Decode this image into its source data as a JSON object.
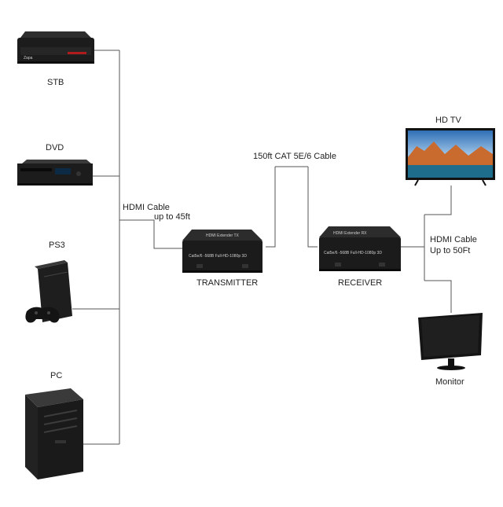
{
  "sources": [
    {
      "label": "STB",
      "brand": "Zapa"
    },
    {
      "label": "DVD"
    },
    {
      "label": "PS3"
    },
    {
      "label": "PC"
    }
  ],
  "cables": {
    "hdmi_in": [
      "HDMI Cable",
      "up to 45ft"
    ],
    "cat": "150ft CAT 5E/6 Cable",
    "hdmi_out": [
      "HDMI Cable",
      "Up to 50Ft"
    ]
  },
  "transmitter": {
    "label": "TRANSMITTER",
    "top_text": "HDMI Extender TX",
    "face_text": "Cat5e/6 -568B  Full-HD-1080p 3D"
  },
  "receiver": {
    "label": "RECEIVER",
    "top_text": "HDMI Extender RX",
    "face_text": "Cat5e/6 -568B  Full-HD-1080p 3D"
  },
  "displays": [
    {
      "label": "HD TV"
    },
    {
      "label": "Monitor"
    }
  ],
  "colors": {
    "line": "#555555",
    "device": "#1b1b1b",
    "device_top": "#2c2c2c"
  }
}
